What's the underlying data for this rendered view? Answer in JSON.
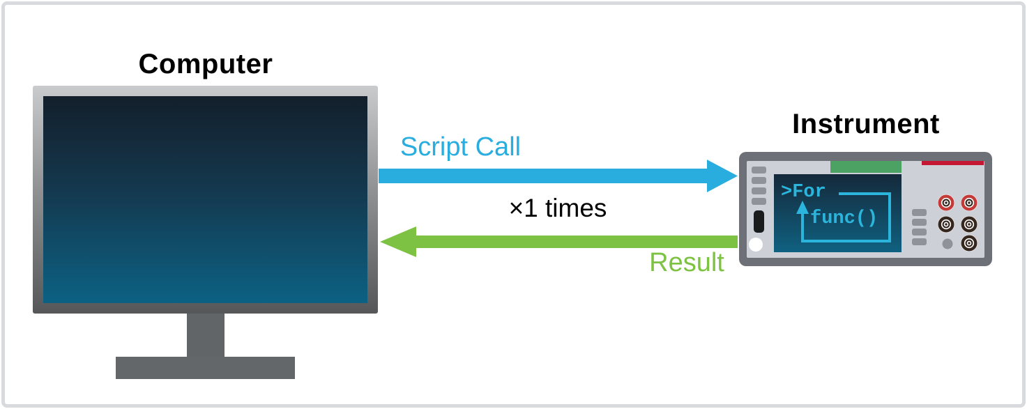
{
  "labels": {
    "computer": "Computer",
    "instrument": "Instrument",
    "script_call": "Script Call",
    "times": "×1 times",
    "result": "Result"
  },
  "instrument_screen": {
    "prompt_line": ">For",
    "loop_line": "func()"
  },
  "colors": {
    "accent_cyan": "#29addf",
    "accent_green": "#7dc242",
    "label_black": "#000000",
    "screen_code_cyan": "#2bb5dc",
    "instrument_green_bar": "#4ba263",
    "instrument_red_bar": "#c41734",
    "terminal_red": "#c33a38",
    "terminal_dark": "#35261e",
    "canvas_border": "#d9dade"
  }
}
